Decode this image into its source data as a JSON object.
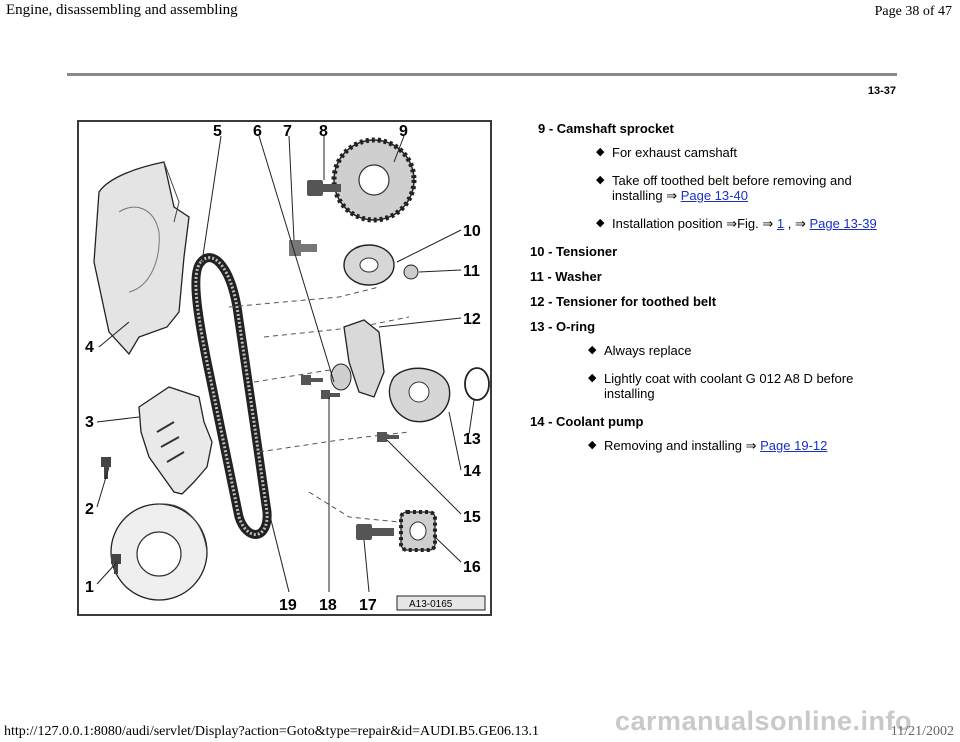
{
  "header": {
    "title": "Engine, disassembling and assembling",
    "page_label": "Page 38 of 47"
  },
  "page_number": "13-37",
  "figure": {
    "code": "A13-0165",
    "callouts": [
      "1",
      "2",
      "3",
      "4",
      "5",
      "6",
      "7",
      "8",
      "9",
      "10",
      "11",
      "12",
      "13",
      "14",
      "15",
      "16",
      "17",
      "18",
      "19"
    ]
  },
  "legend": {
    "items": [
      {
        "title": "9 - Camshaft sprocket",
        "subs": [
          {
            "text": "For exhaust camshaft"
          },
          {
            "text": "Take off toothed belt before removing and installing ⇒ ",
            "link": "Page 13-40"
          },
          {
            "text": "Installation position ⇒Fig. ⇒ ",
            "link": "1",
            "text2": " , ⇒ ",
            "link2": "Page 13-39"
          }
        ]
      },
      {
        "title": "10 - Tensioner"
      },
      {
        "title": "11 - Washer"
      },
      {
        "title": "12 - Tensioner for toothed belt"
      },
      {
        "title": "13 - O-ring",
        "subs": [
          {
            "text": "Always replace"
          },
          {
            "text": "Lightly coat with coolant G 012 A8 D before installing"
          }
        ]
      },
      {
        "title": "14 - Coolant pump",
        "subs": [
          {
            "text": "Removing and installing ⇒ ",
            "link": "Page 19-12"
          }
        ]
      }
    ]
  },
  "footer": {
    "url": "http://127.0.0.1:8080/audi/servlet/Display?action=Goto&type=repair&id=AUDI.B5.GE06.13.1",
    "date": "11/21/2002",
    "watermark": "carmanualsonline.info"
  }
}
